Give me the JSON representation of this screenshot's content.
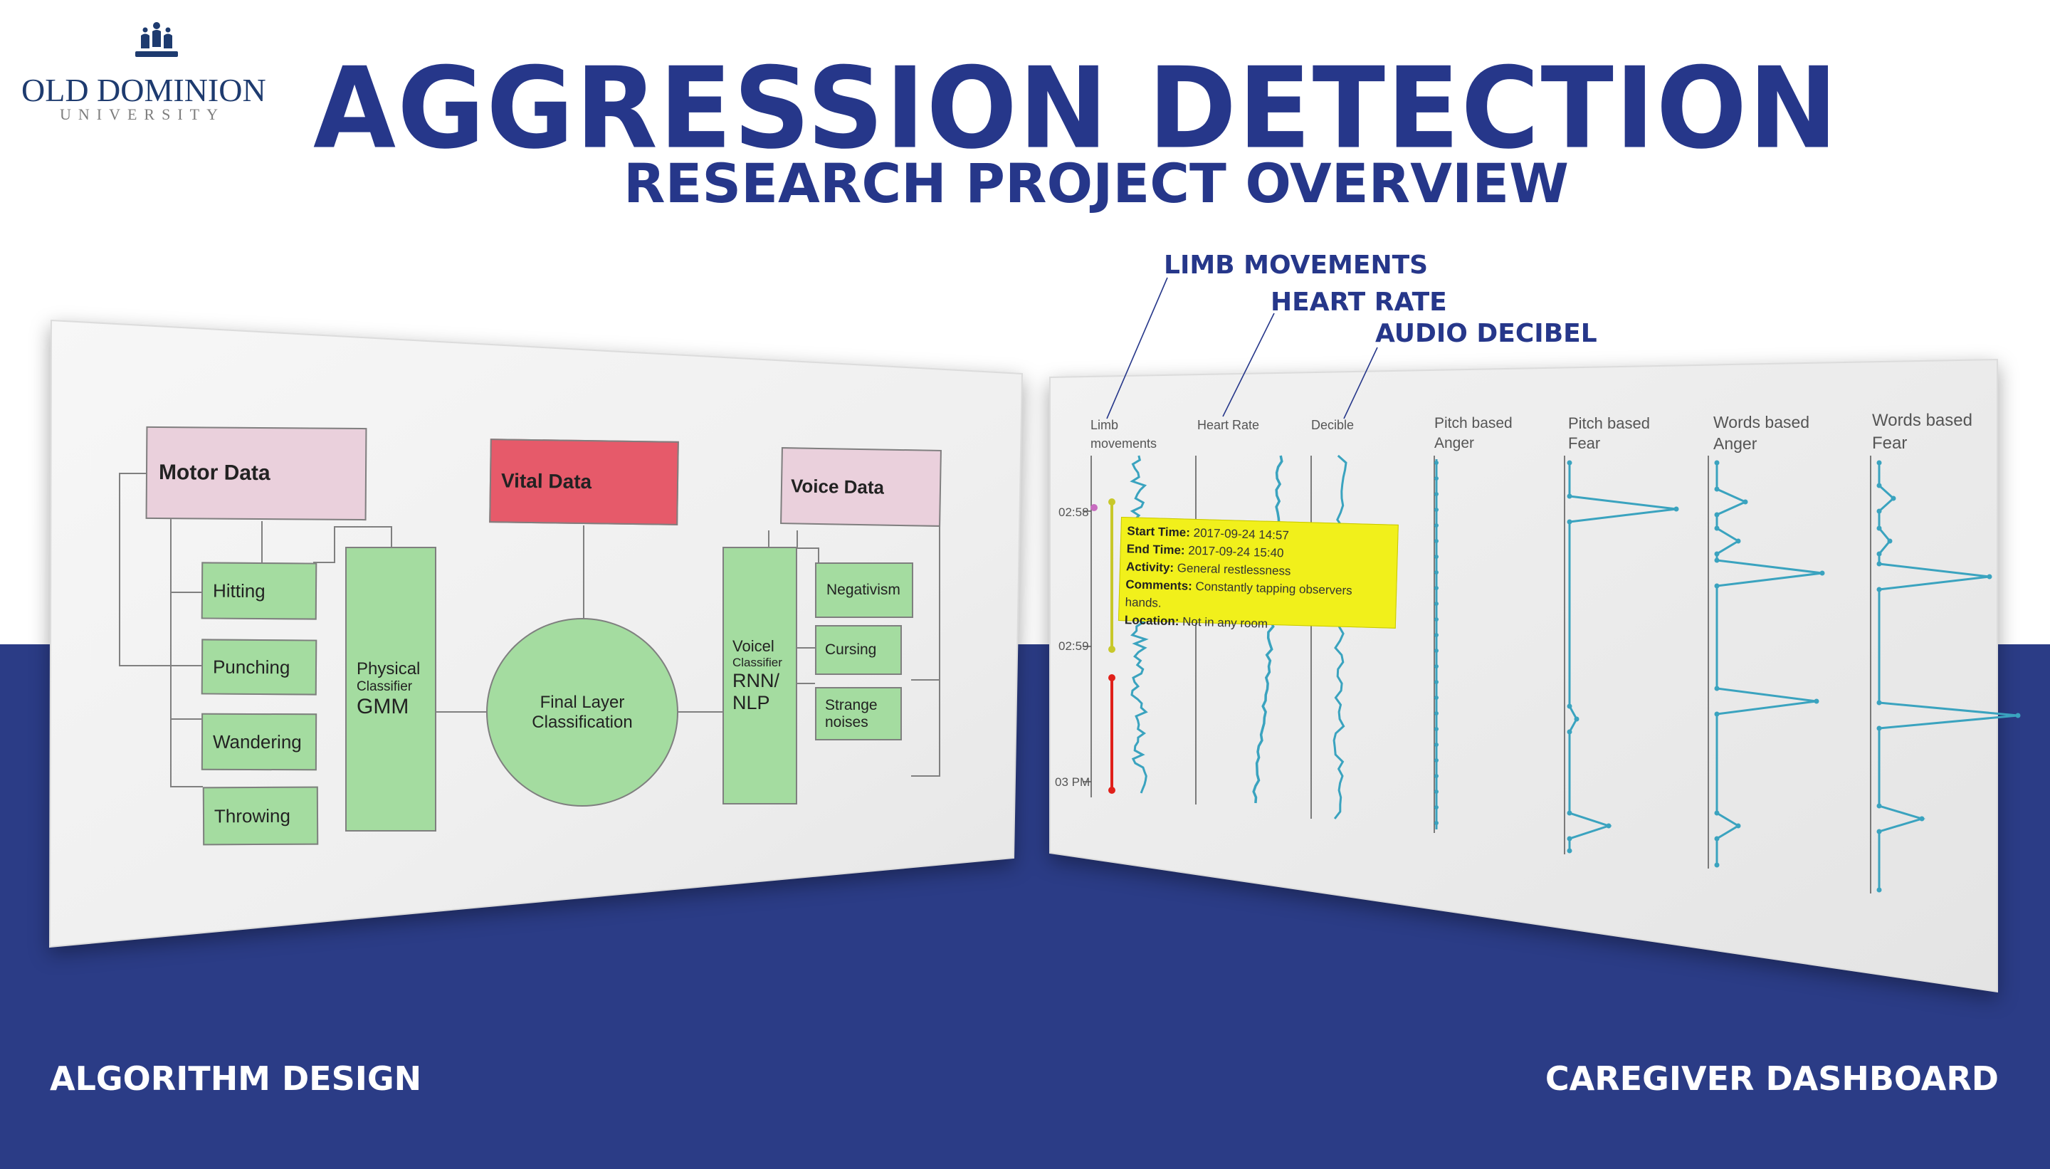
{
  "header": {
    "logo_name": "OLD DOMINION",
    "logo_sub": "UNIVERSITY",
    "title": "AGGRESSION DETECTION",
    "subtitle": "RESEARCH PROJECT OVERVIEW"
  },
  "annotations": {
    "limb": "LIMB MOVEMENTS",
    "heart": "HEART RATE",
    "audio": "AUDIO DECIBEL"
  },
  "footer": {
    "left": "ALGORITHM DESIGN",
    "right": "CAREGIVER DASHBOARD"
  },
  "diagram": {
    "motor": "Motor Data",
    "vital": "Vital Data",
    "voice": "Voice Data",
    "hitting": "Hitting",
    "punching": "Punching",
    "wandering": "Wandering",
    "throwing": "Throwing",
    "physical_1": "Physical",
    "physical_2": "Classifier",
    "physical_3": "GMM",
    "final_1": "Final Layer",
    "final_2": "Classification",
    "voicel_1": "Voicel",
    "voicel_2": "Classifier",
    "voicel_3": "RNN/",
    "voicel_4": "NLP",
    "negativism": "Negativism",
    "cursing": "Cursing",
    "strange_1": "Strange",
    "strange_2": "noises"
  },
  "dashboard": {
    "columns": {
      "limb_1": "Limb",
      "limb_2": "movements",
      "heart": "Heart Rate",
      "decible": "Decible",
      "pitch_anger_1": "Pitch based",
      "pitch_anger_2": "Anger",
      "pitch_fear_1": "Pitch based",
      "pitch_fear_2": "Fear",
      "words_anger_1": "Words based",
      "words_anger_2": "Anger",
      "words_fear_1": "Words based",
      "words_fear_2": "Fear"
    },
    "times": [
      "02:58",
      "02:59",
      "03 PM"
    ],
    "tooltip": {
      "start_label": "Start Time:",
      "start_value": "2017-09-24 14:57",
      "end_label": "End Time:",
      "end_value": "2017-09-24 15:40",
      "activity_label": "Activity:",
      "activity_value": "General restlessness",
      "comments_label": "Comments:",
      "comments_value": "Constantly tapping observers hands.",
      "location_label": "Location:",
      "location_value": "Not in any room"
    },
    "colors": {
      "trace": "#3aa3bf",
      "event_yellow": "#c8c82a",
      "event_red": "#e0201a",
      "marker_pink": "#c86cc0"
    }
  }
}
